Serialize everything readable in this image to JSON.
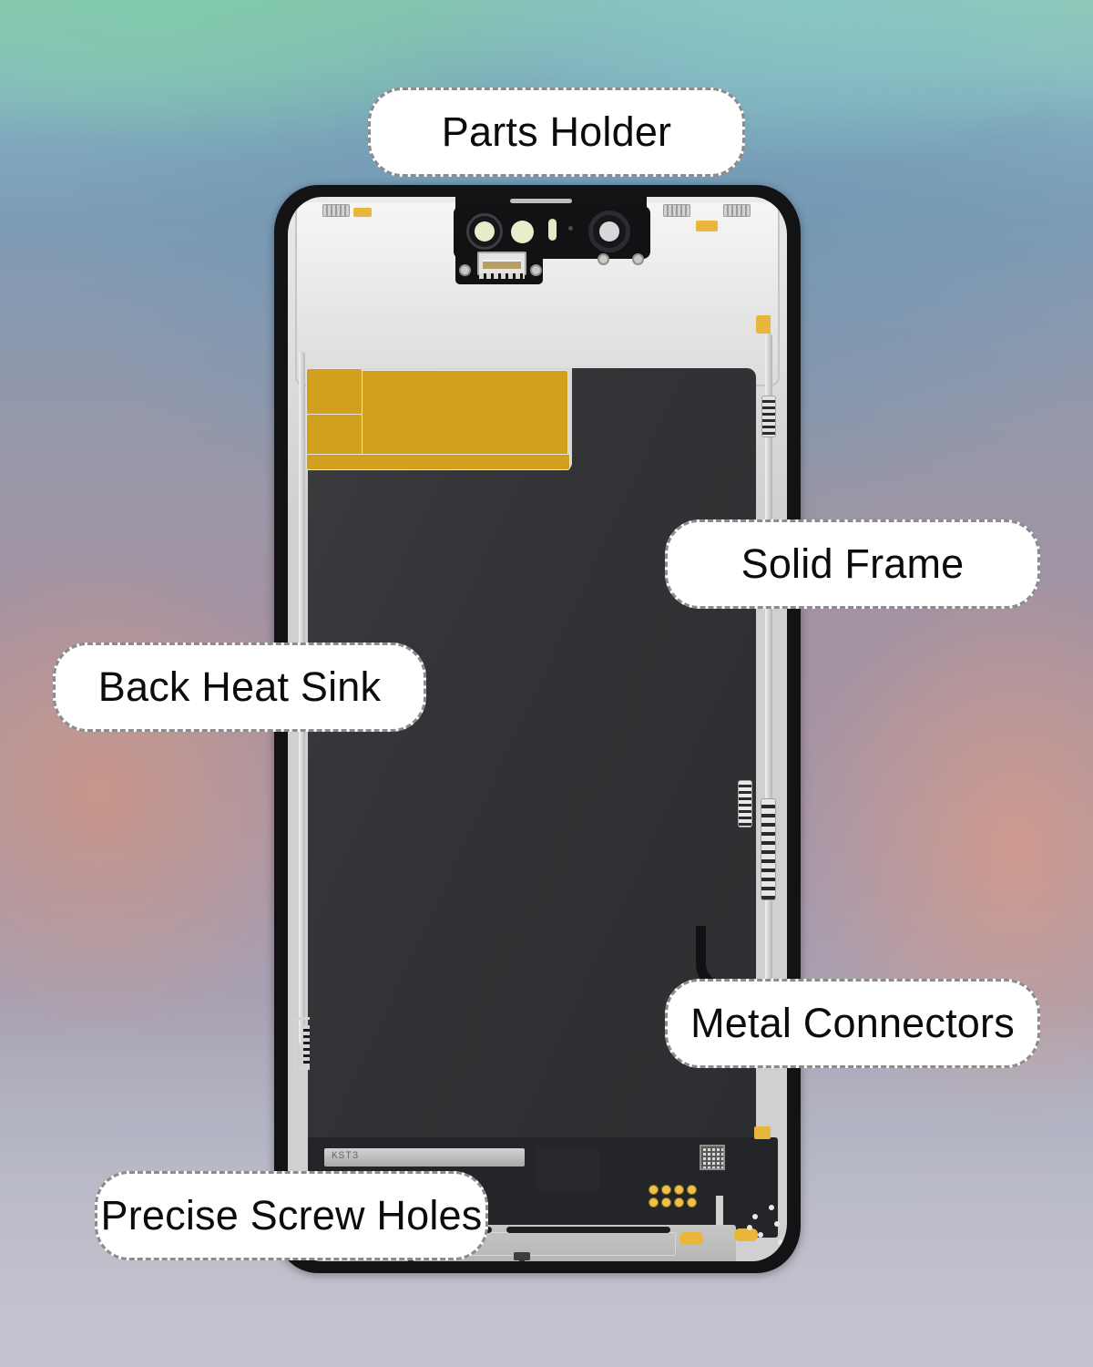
{
  "image": {
    "subject": "iPhone replacement LCD screen assembly, rear view, annotated",
    "background_colors": {
      "top_teal": "#8fc9b4",
      "top_blue": "#7d9cb5",
      "mid_mauve": "#a792a2",
      "accent_peach": "#d09684",
      "bottom_lavender_grey": "#c0c0cb"
    }
  },
  "labels": [
    {
      "id": "parts-holder",
      "text": "Parts Holder"
    },
    {
      "id": "solid-frame",
      "text": "Solid Frame"
    },
    {
      "id": "back-heat-sink",
      "text": "Back Heat Sink"
    },
    {
      "id": "metal-connectors",
      "text": "Metal Connectors"
    },
    {
      "id": "precise-screw-holes",
      "text": "Precise Screw Holes"
    }
  ],
  "label_style": {
    "fill": "#ffffff",
    "border": "#8c8c8c",
    "border_style": "dashed",
    "text_color": "#0b0b0b"
  },
  "device": {
    "bezel_color": "#131315",
    "backplate_color": "#d7d7d6",
    "heatsink_color": "#2e3033",
    "kapton_tape_color": "#d2a01f",
    "contact_pad_color": "#efc04a",
    "metal_rail_color": "#e9e9e7",
    "parts": [
      {
        "name": "proximity-sensor-ring"
      },
      {
        "name": "flood-illuminator"
      },
      {
        "name": "ir-emitter-slot"
      },
      {
        "name": "front-camera-ring"
      },
      {
        "name": "earpiece-speaker-slot"
      },
      {
        "name": "sensor-flex-connector"
      },
      {
        "name": "kapton-tape-large"
      },
      {
        "name": "kapton-tape-small-upper"
      },
      {
        "name": "kapton-tape-small-lower"
      },
      {
        "name": "back-heat-sink-panel"
      },
      {
        "name": "left-metal-rail"
      },
      {
        "name": "right-metal-rail"
      },
      {
        "name": "display-flex-cable"
      },
      {
        "name": "display-flex-connector-tab"
      },
      {
        "name": "gold-contact-pads-left"
      },
      {
        "name": "gold-contact-pads-right"
      },
      {
        "name": "bottom-metal-shelf"
      },
      {
        "name": "screw-post-left"
      },
      {
        "name": "screw-post-right"
      },
      {
        "name": "speaker-grille-dots"
      },
      {
        "name": "qr-marking"
      }
    ],
    "markings": {
      "silver_bar_text": "KST3"
    }
  }
}
